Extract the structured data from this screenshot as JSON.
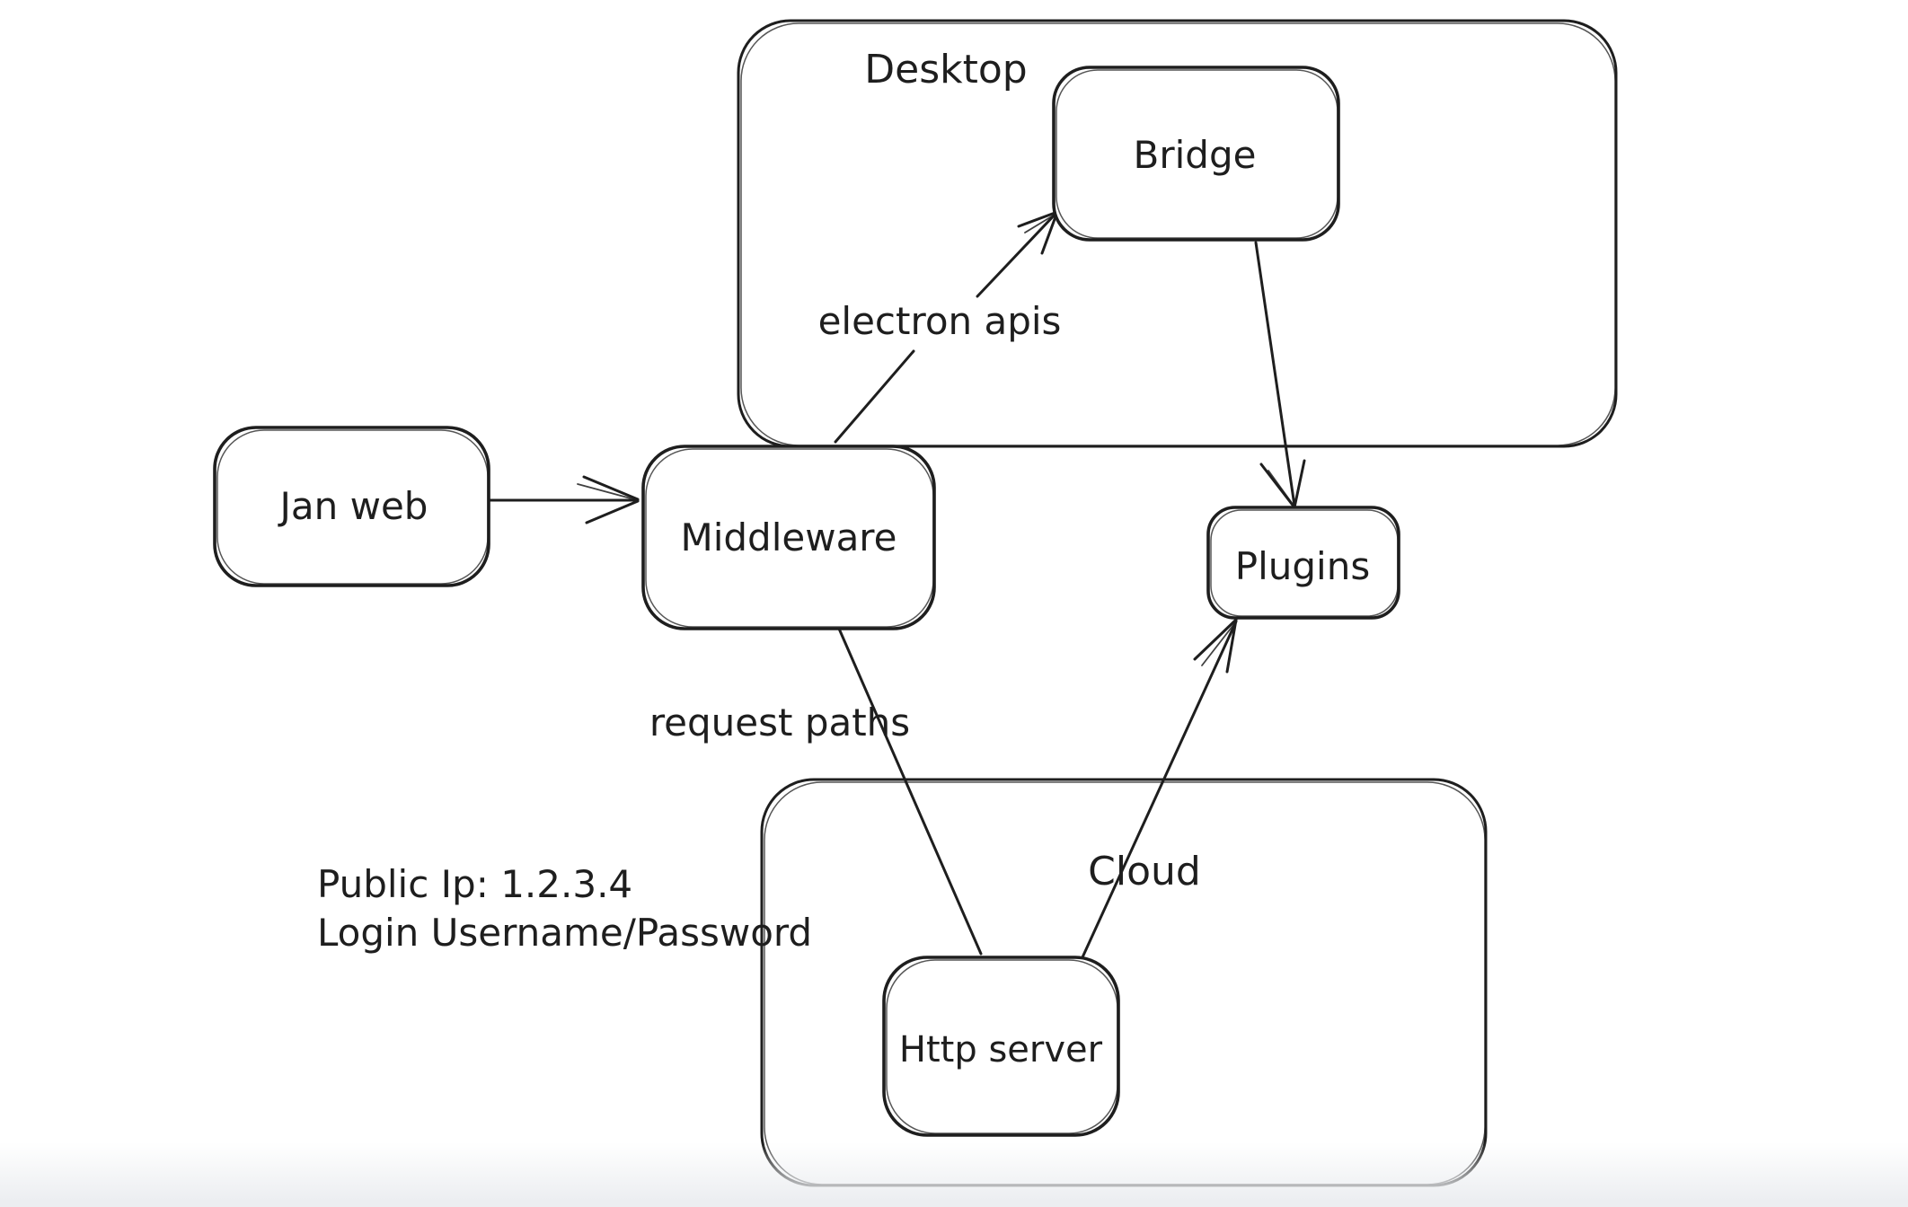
{
  "diagram": {
    "type": "architecture-sketch",
    "colors": {
      "stroke": "#1e1e1e",
      "background": "#ffffff",
      "bottom_edge_shade": "#eceef1"
    },
    "containers": [
      {
        "id": "desktop",
        "label": "Desktop"
      },
      {
        "id": "cloud",
        "label": "Cloud"
      }
    ],
    "nodes": [
      {
        "id": "jan_web",
        "label": "Jan web",
        "inside": null
      },
      {
        "id": "middleware",
        "label": "Middleware",
        "inside": null
      },
      {
        "id": "bridge",
        "label": "Bridge",
        "inside": "desktop"
      },
      {
        "id": "plugins",
        "label": "Plugins",
        "inside": null
      },
      {
        "id": "http_server",
        "label": "Http server",
        "inside": "cloud"
      }
    ],
    "edges": [
      {
        "from": "jan_web",
        "to": "middleware",
        "label": "",
        "arrowhead": "open-chevron"
      },
      {
        "from": "middleware",
        "to": "bridge",
        "label": "electron apis",
        "arrowhead": "open-chevron"
      },
      {
        "from": "bridge",
        "to": "plugins",
        "label": "",
        "arrowhead": "open-chevron"
      },
      {
        "from": "http_server",
        "to": "plugins",
        "label": "",
        "arrowhead": "open-chevron"
      },
      {
        "from": "middleware",
        "to": "http_server",
        "label": "request paths",
        "arrowhead": "none"
      }
    ],
    "notes": [
      "Public Ip: 1.2.3.4",
      "Login Username/Password"
    ]
  }
}
